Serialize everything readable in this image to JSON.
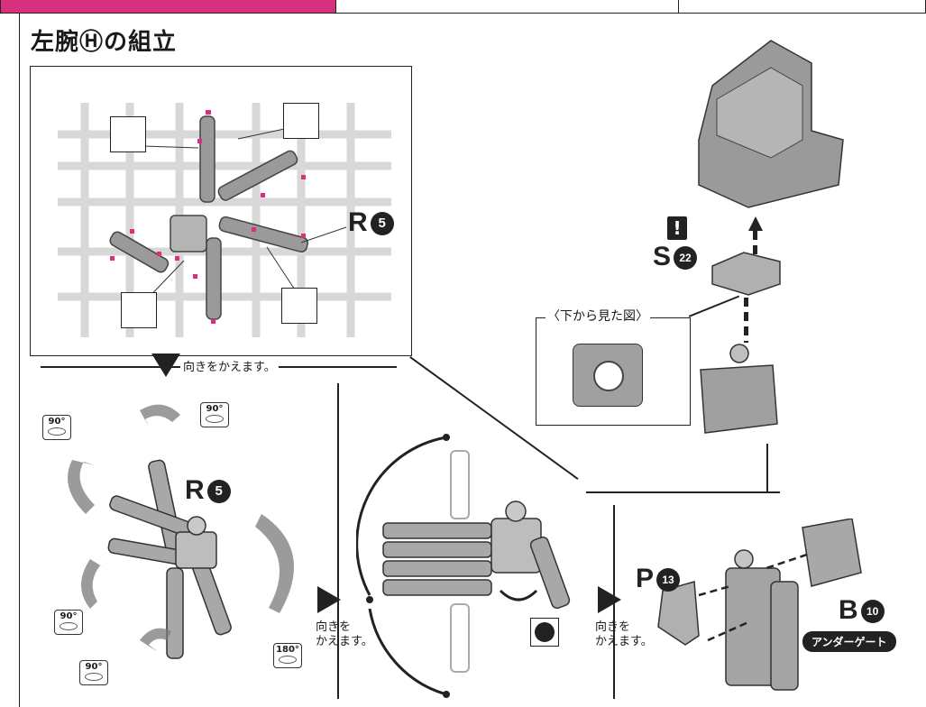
{
  "title": "左腕Ⓗの組立",
  "parts": {
    "r5_runner": {
      "letter": "R",
      "num": "5"
    },
    "r5_arm": {
      "letter": "R",
      "num": "5"
    },
    "s22": {
      "letter": "S",
      "num": "22"
    },
    "p13": {
      "letter": "P",
      "num": "13"
    },
    "b10": {
      "letter": "B",
      "num": "10"
    }
  },
  "labels": {
    "turn_around_1": "向きをかえます。",
    "turn_around_2": "向きを\nかえます。",
    "turn_around_3": "向きを\nかえます。",
    "bottom_view": "〈下から見た図〉",
    "under_gate": "アンダーゲート",
    "warning": "!"
  },
  "rotations": [
    "90°",
    "90°",
    "90°",
    "90°",
    "180°"
  ],
  "colors": {
    "accent_pink": "#d6307f",
    "part_gray": "#9a9a9a",
    "line_dark": "#222222"
  }
}
